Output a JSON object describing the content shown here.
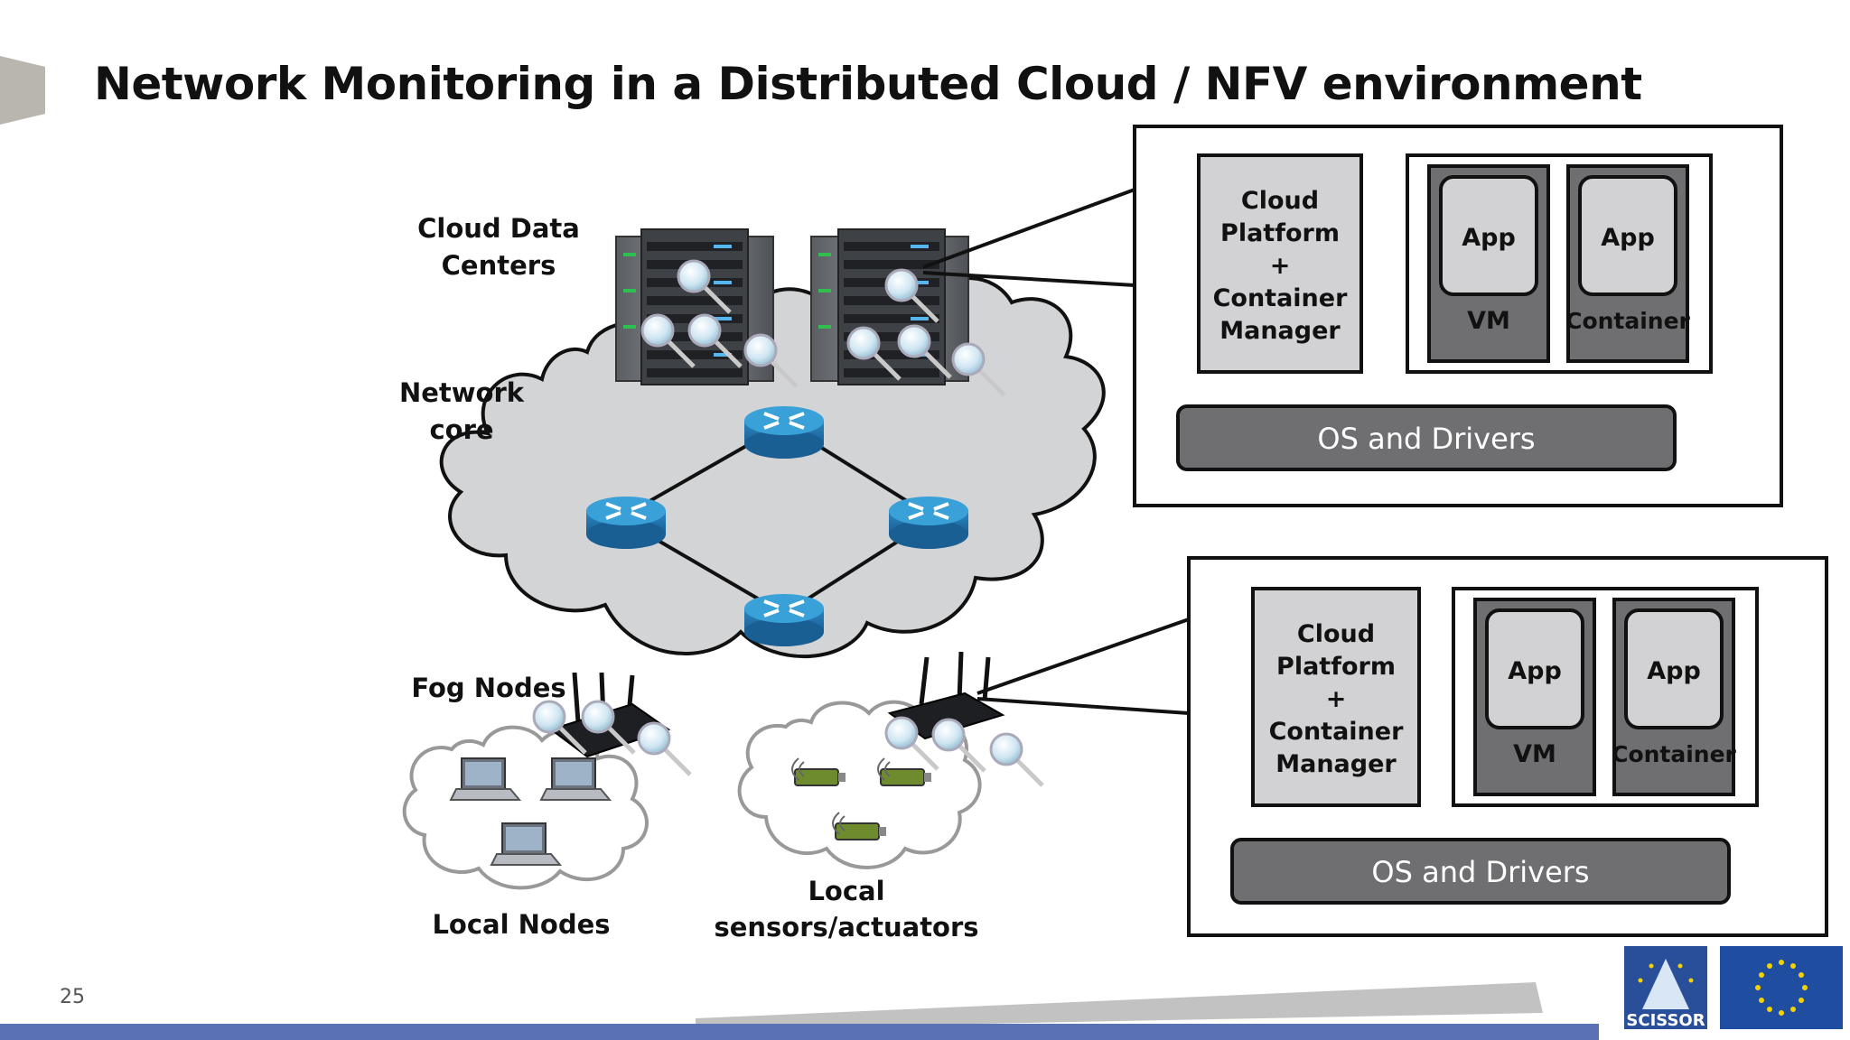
{
  "slide": {
    "title": "Network Monitoring in a Distributed Cloud / NFV environment",
    "number": "25"
  },
  "diagram": {
    "labels": {
      "cloud_data_centers": [
        "Cloud Data",
        "Centers"
      ],
      "network_core": [
        "Network",
        "core"
      ],
      "fog_nodes": "Fog Nodes",
      "local_nodes": "Local Nodes",
      "local_sensors": [
        "Local",
        "sensors/actuators"
      ]
    },
    "stack_top": {
      "platform": [
        "Cloud",
        "Platform",
        "+",
        "Container",
        "Manager"
      ],
      "app_vm": "App",
      "vm": "VM",
      "app_container": "App",
      "container": "Container",
      "os": "OS and Drivers"
    },
    "stack_bottom": {
      "platform": [
        "Cloud",
        "Platform",
        "+",
        "Container",
        "Manager"
      ],
      "app_vm": "App",
      "vm": "VM",
      "app_container": "App",
      "container": "Container",
      "os": "OS and Drivers"
    },
    "logos": {
      "scissor": "SCISSOR"
    }
  },
  "colors": {
    "cloud_fill": "#d3d4d6",
    "router_blue": "#2e8ec9",
    "dark_box": "#6f6f72",
    "light_box": "#d2d2d4",
    "footer_blue": "#5b71b6",
    "eu_blue": "#1f4ea1",
    "eu_star": "#f5d100"
  }
}
